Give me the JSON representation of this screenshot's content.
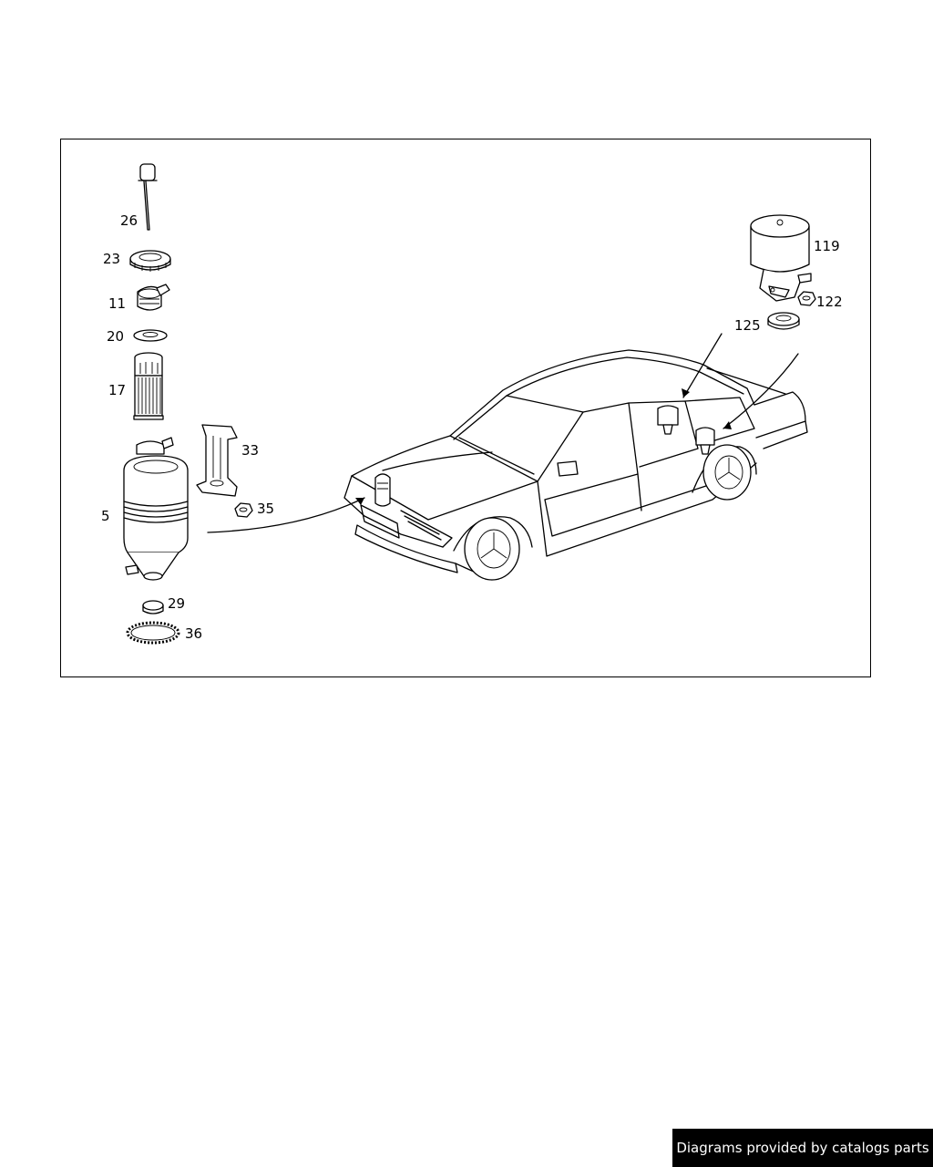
{
  "diagram": {
    "callouts": {
      "p26": "26",
      "p23": "23",
      "p11": "11",
      "p20": "20",
      "p17": "17",
      "p5": "5",
      "p33": "33",
      "p35": "35",
      "p29": "29",
      "p36": "36",
      "p119": "119",
      "p122": "122",
      "p125": "125"
    }
  },
  "footer": {
    "text": "Diagrams provided by catalogs parts"
  }
}
